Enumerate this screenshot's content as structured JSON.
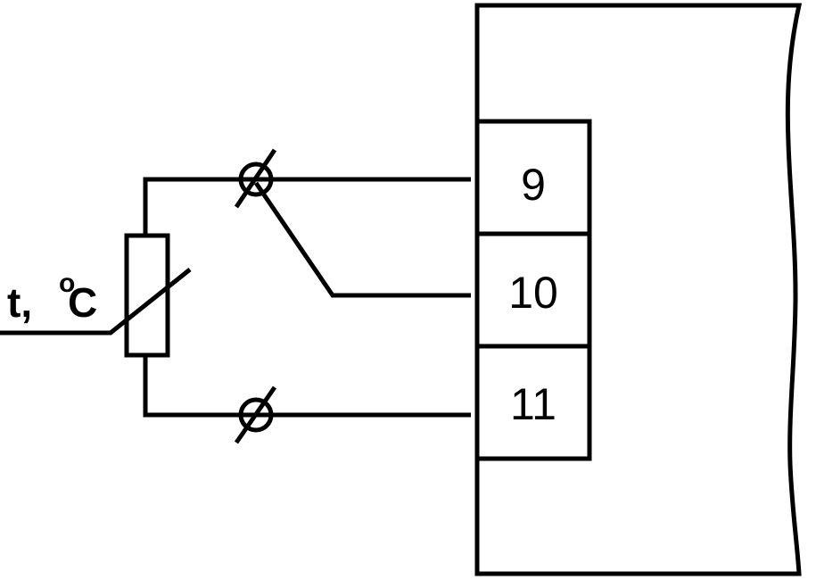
{
  "sensor": {
    "label_prefix": "t,",
    "label_degree": "o",
    "label_unit": "C"
  },
  "terminals": [
    {
      "number": "9"
    },
    {
      "number": "10"
    },
    {
      "number": "11"
    }
  ]
}
